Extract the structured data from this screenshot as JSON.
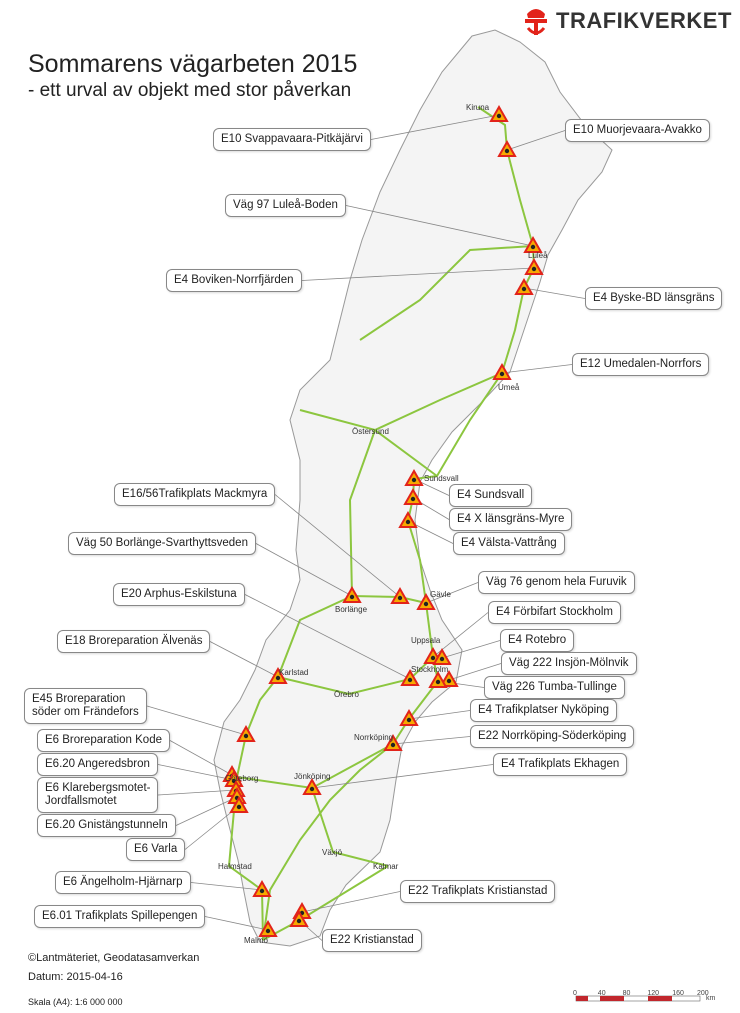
{
  "title": "Sommarens vägarbeten 2015",
  "subtitle": "- ett urval av objekt med stor påverkan",
  "brand": {
    "name": "TRAFIKVERKET",
    "color": "#e2231a"
  },
  "colors": {
    "road": "#8cc63f",
    "land": "#f4f4f4",
    "marker_fill": "#f7a900",
    "marker_border": "#e2231a"
  },
  "projects": [
    "E10 Svappavaara-Pitkäjärvi",
    "E10 Muorjevaara-Avakko",
    "Väg 97 Luleå-Boden",
    "E4 Boviken-Norrfjärden",
    "E4 Byske-BD länsgräns",
    "E12 Umedalen-Norrfors",
    "E16/56Trafikplats Mackmyra",
    "E4 Sundsvall",
    "E4 X länsgräns-Myre",
    "E4 Välsta-Vattrång",
    "Väg 50 Borlänge-Svarthyttsveden",
    "Väg 76 genom hela Furuvik",
    "E20 Arphus-Eskilstuna",
    "E4 Förbifart Stockholm",
    "E18 Broreparation  Älvenäs",
    "E4 Rotebro",
    "Väg 222 Insjön-Mölnvik",
    "Väg 226 Tumba-Tullinge",
    "E45 Broreparation\nsöder om Frändefors",
    "E4 Trafikplatser Nyköping",
    "E6 Broreparation Kode",
    "E22 Norrköping-Söderköping",
    "E6.20 Angeredsbron",
    "E4 Trafikplats Ekhagen",
    "E6 Klarebergsmotet-\nJordfallsmotet",
    "E6.20 Gnistängstunneln",
    "E6 Varla",
    "E6 Ängelholm-Hjärnarp",
    "E22 Trafikplats Kristianstad",
    "E6.01 Trafikplats Spillepengen",
    "E22 Kristianstad"
  ],
  "cities": [
    "Kiruna",
    "Luleå",
    "Umeå",
    "Östersund",
    "Sundsvall",
    "Gävle",
    "Borlänge",
    "Uppsala",
    "Stockholm",
    "Karlstad",
    "Örebro",
    "Norrköping",
    "Jönköping",
    "Göteborg",
    "Växjö",
    "Kalmar",
    "Halmstad",
    "Malmö"
  ],
  "footer": {
    "copyright": "©Lantmäteriet, Geodatasamverkan",
    "date": "Datum: 2015-04-16",
    "scale": "Skala (A4):  1:6 000 000"
  },
  "scalebar": {
    "ticks": [
      "0",
      "40",
      "80",
      "120",
      "160",
      "200"
    ],
    "unit": "km"
  }
}
